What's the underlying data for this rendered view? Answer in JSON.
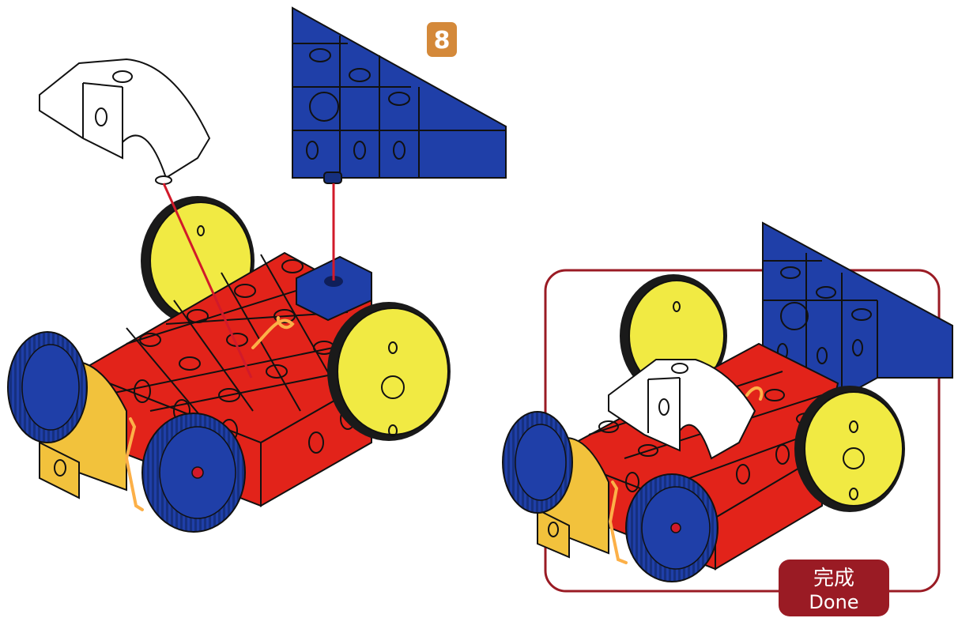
{
  "step": {
    "number": "8"
  },
  "completion_badge": {
    "label_cn": "完成",
    "label_en": "Done"
  },
  "colors": {
    "step_badge": "#d4893a",
    "red_block": "#e2231a",
    "blue_block": "#1f3fa8",
    "yellow_block": "#f2c23c",
    "yellow_wheel": "#f1ea43",
    "white_block": "#ffffff",
    "frame_border": "#9a1b24",
    "badge_fill": "#9a1b24",
    "connector_line": "#d11a2a",
    "axle_pin": "#fcb048",
    "outline": "#111111"
  }
}
